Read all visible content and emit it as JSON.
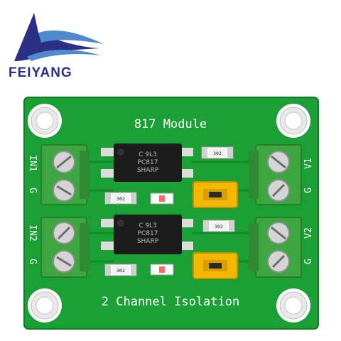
{
  "brand": {
    "name": "FEIYANG",
    "logo_colors": {
      "dark": "#2b2f86",
      "light": "#4f8ad0"
    }
  },
  "board": {
    "color": "#1aa035",
    "silkscreen": {
      "title": "817 Module",
      "footer": "2 Channel Isolation",
      "left_labels": [
        "IN1",
        "G",
        "IN2",
        "G"
      ],
      "right_labels": [
        "V1",
        "G",
        "V2",
        "G"
      ]
    },
    "chips": [
      {
        "lines": [
          "C 9L3",
          "PC817",
          "SHARP"
        ]
      },
      {
        "lines": [
          "C 9L3",
          "PC817",
          "SHARP"
        ]
      }
    ],
    "resistors": [
      "302",
      "302",
      "302",
      "302"
    ]
  },
  "colors": {
    "terminal": "#3da640",
    "jumper": "#f5b800",
    "chip": "#1c1c1c",
    "pad": "#dcdcdc"
  }
}
